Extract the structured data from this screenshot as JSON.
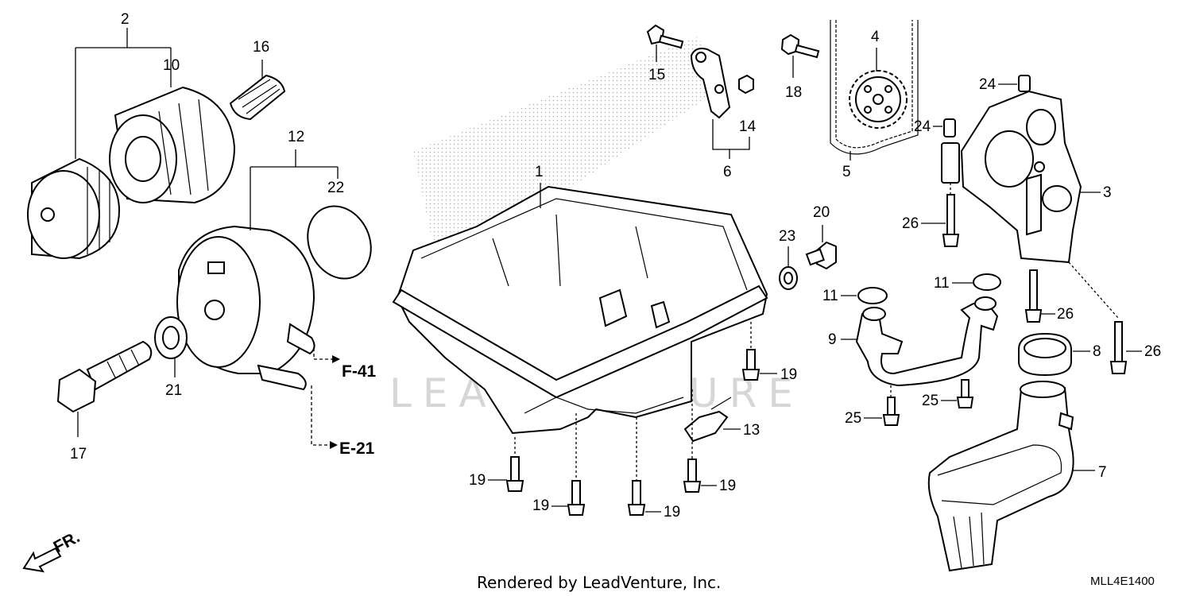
{
  "diagram": {
    "callouts": {
      "c1": "1",
      "c2": "2",
      "c3": "3",
      "c4": "4",
      "c5": "5",
      "c6": "6",
      "c7": "7",
      "c8": "8",
      "c9": "9",
      "c10": "10",
      "c11a": "11",
      "c11b": "11",
      "c12": "12",
      "c13": "13",
      "c14": "14",
      "c15": "15",
      "c16": "16",
      "c17": "17",
      "c18": "18",
      "c19a": "19",
      "c19b": "19",
      "c19c": "19",
      "c19d": "19",
      "c19e": "19",
      "c20": "20",
      "c21": "21",
      "c22": "22",
      "c23": "23",
      "c24a": "24",
      "c24b": "24",
      "c25a": "25",
      "c25b": "25",
      "c26a": "26",
      "c26b": "26",
      "c26c": "26"
    },
    "refs": {
      "f41": "F-41",
      "e21": "E-21"
    },
    "front_marker": "FR.",
    "watermark": "LEADVENTURE",
    "footer": "Rendered by LeadVenture, Inc.",
    "diagram_code": "MLL4E1400"
  }
}
